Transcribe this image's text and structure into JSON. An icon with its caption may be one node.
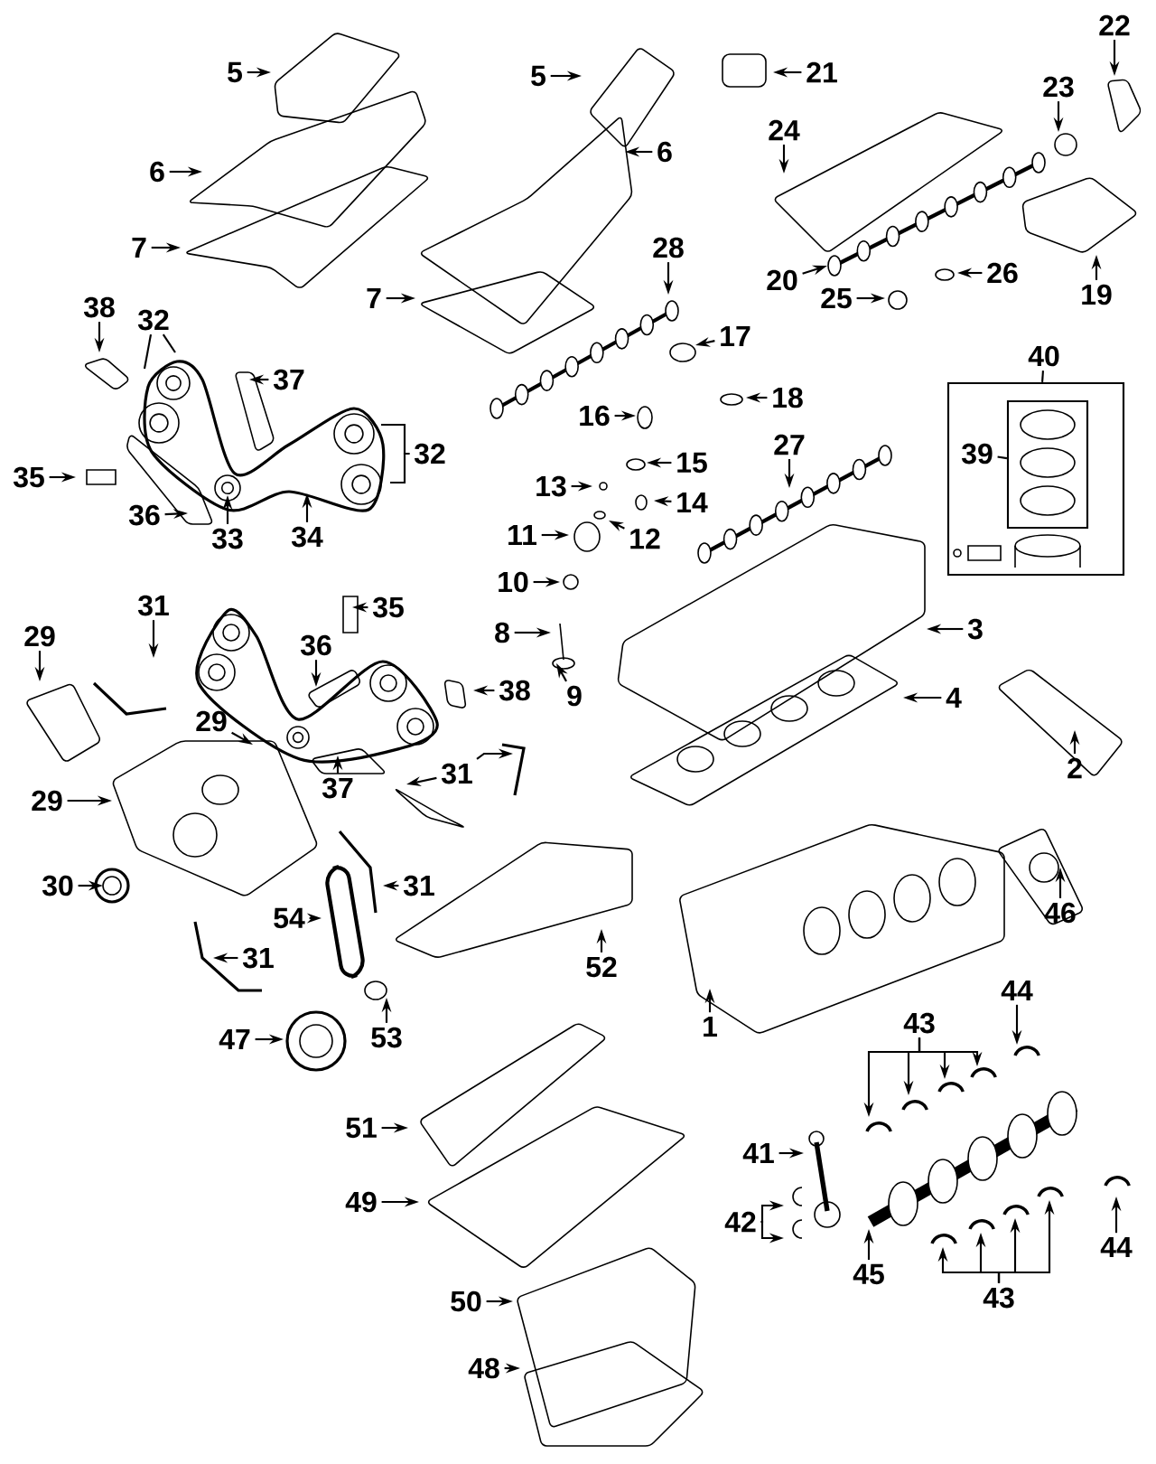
{
  "diagram": {
    "nodes": [
      {
        "text": [
          "5"
        ]
      },
      {
        "text": [
          "5"
        ]
      },
      {
        "text": [
          "6"
        ]
      },
      {
        "text": [
          "6"
        ]
      },
      {
        "text": [
          "7"
        ]
      },
      {
        "text": [
          "7"
        ]
      },
      {
        "text": [
          "21"
        ]
      },
      {
        "text": [
          "22"
        ]
      },
      {
        "text": [
          "23"
        ]
      },
      {
        "text": [
          "24"
        ]
      },
      {
        "text": [
          "28"
        ]
      },
      {
        "text": [
          "20"
        ]
      },
      {
        "text": [
          "26"
        ]
      },
      {
        "text": [
          "25"
        ]
      },
      {
        "text": [
          "19"
        ]
      },
      {
        "text": [
          "17"
        ]
      },
      {
        "text": [
          "18"
        ]
      },
      {
        "text": [
          "38"
        ]
      },
      {
        "text": [
          "32"
        ]
      },
      {
        "text": [
          "37"
        ]
      },
      {
        "text": [
          "32"
        ]
      },
      {
        "text": [
          "35"
        ]
      },
      {
        "text": [
          "36"
        ]
      },
      {
        "text": [
          "33"
        ]
      },
      {
        "text": [
          "34"
        ]
      },
      {
        "text": [
          "16"
        ]
      },
      {
        "text": [
          "15"
        ]
      },
      {
        "text": [
          "27"
        ]
      },
      {
        "text": [
          "13"
        ]
      },
      {
        "text": [
          "14"
        ]
      },
      {
        "text": [
          "11"
        ]
      },
      {
        "text": [
          "12"
        ]
      },
      {
        "text": [
          "40"
        ]
      },
      {
        "text": [
          "39"
        ],
        "in": 69
      },
      {
        "text": [
          "10"
        ]
      },
      {
        "text": [
          "8"
        ]
      },
      {
        "text": [
          "9"
        ]
      },
      {
        "text": [
          "3"
        ]
      },
      {
        "text": [
          "4"
        ]
      },
      {
        "text": [
          "2"
        ]
      },
      {
        "text": [
          "29"
        ]
      },
      {
        "text": [
          "31"
        ]
      },
      {
        "text": [
          "35"
        ]
      },
      {
        "text": [
          "36"
        ]
      },
      {
        "text": [
          "38"
        ]
      },
      {
        "text": [
          "29"
        ]
      },
      {
        "text": [
          "29"
        ]
      },
      {
        "text": [
          "37"
        ]
      },
      {
        "text": [
          "31"
        ]
      },
      {
        "text": [
          "30"
        ]
      },
      {
        "text": [
          "54"
        ]
      },
      {
        "text": [
          "31"
        ]
      },
      {
        "text": [
          "31"
        ]
      },
      {
        "text": [
          "52"
        ]
      },
      {
        "text": [
          "1"
        ]
      },
      {
        "text": [
          "46"
        ]
      },
      {
        "text": [
          "47"
        ]
      },
      {
        "text": [
          "53"
        ]
      },
      {
        "text": [
          "44"
        ]
      },
      {
        "text": [
          "43"
        ]
      },
      {
        "text": [
          "41"
        ]
      },
      {
        "text": [
          "42"
        ]
      },
      {
        "text": [
          "44"
        ]
      },
      {
        "text": [
          "45"
        ]
      },
      {
        "text": [
          "43"
        ]
      },
      {
        "text": [
          "51"
        ]
      },
      {
        "text": [
          "49"
        ]
      },
      {
        "text": [
          "50"
        ]
      },
      {
        "text": [
          "48"
        ]
      },
      {
        "text": [],
        "shape": "box"
      },
      {
        "text": [],
        "shape": "box",
        "in": 69
      }
    ],
    "edges": [
      {
        "from": 0,
        "to": null,
        "arrow": "to"
      },
      {
        "from": 1,
        "to": null,
        "arrow": "to"
      },
      {
        "from": 2,
        "to": null,
        "arrow": "to"
      },
      {
        "from": 3,
        "to": null,
        "arrow": "to"
      },
      {
        "from": 4,
        "to": null,
        "arrow": "to"
      },
      {
        "from": 5,
        "to": null,
        "arrow": "to"
      },
      {
        "from": 6,
        "to": null,
        "arrow": "to"
      },
      {
        "from": 7,
        "to": null,
        "arrow": "to"
      },
      {
        "from": 8,
        "to": null,
        "arrow": "to"
      },
      {
        "from": 9,
        "to": null,
        "arrow": "to"
      },
      {
        "from": 10,
        "to": null,
        "arrow": "to"
      },
      {
        "from": 11,
        "to": null,
        "arrow": "to"
      },
      {
        "from": 12,
        "to": null,
        "arrow": "to"
      },
      {
        "from": 13,
        "to": null,
        "arrow": "to"
      },
      {
        "from": 14,
        "to": null,
        "arrow": "to"
      },
      {
        "from": 15,
        "to": null,
        "arrow": "to"
      },
      {
        "from": 16,
        "to": null,
        "arrow": "to"
      },
      {
        "from": 17,
        "to": null,
        "arrow": "to"
      },
      {
        "from": 18,
        "to": null,
        "arrow": "none"
      },
      {
        "from": 18,
        "to": null,
        "arrow": "none"
      },
      {
        "from": 19,
        "to": null,
        "arrow": "to"
      },
      {
        "from": 20,
        "to": null,
        "arrow": "none"
      },
      {
        "from": 20,
        "to": null,
        "arrow": "none"
      },
      {
        "from": 21,
        "to": null,
        "arrow": "to"
      },
      {
        "from": 22,
        "to": null,
        "arrow": "to"
      },
      {
        "from": 23,
        "to": null,
        "arrow": "to"
      },
      {
        "from": 24,
        "to": null,
        "arrow": "to"
      },
      {
        "from": 25,
        "to": null,
        "arrow": "to"
      },
      {
        "from": 26,
        "to": null,
        "arrow": "to"
      },
      {
        "from": 27,
        "to": null,
        "arrow": "to"
      },
      {
        "from": 28,
        "to": null,
        "arrow": "to"
      },
      {
        "from": 29,
        "to": null,
        "arrow": "to"
      },
      {
        "from": 30,
        "to": null,
        "arrow": "to"
      },
      {
        "from": 31,
        "to": null,
        "arrow": "to"
      },
      {
        "from": 32,
        "to": 69,
        "arrow": "none"
      },
      {
        "from": 33,
        "to": 70,
        "arrow": "none"
      },
      {
        "from": 34,
        "to": null,
        "arrow": "to"
      },
      {
        "from": 35,
        "to": null,
        "arrow": "to"
      },
      {
        "from": 36,
        "to": null,
        "arrow": "to"
      },
      {
        "from": 37,
        "to": null,
        "arrow": "to"
      },
      {
        "from": 38,
        "to": null,
        "arrow": "to"
      },
      {
        "from": 39,
        "to": null,
        "arrow": "to"
      },
      {
        "from": 40,
        "to": null,
        "arrow": "to"
      },
      {
        "from": 41,
        "to": null,
        "arrow": "to"
      },
      {
        "from": 42,
        "to": null,
        "arrow": "to"
      },
      {
        "from": 43,
        "to": null,
        "arrow": "to"
      },
      {
        "from": 44,
        "to": null,
        "arrow": "to"
      },
      {
        "from": 45,
        "to": null,
        "arrow": "to"
      },
      {
        "from": 46,
        "to": null,
        "arrow": "to"
      },
      {
        "from": 47,
        "to": null,
        "arrow": "to"
      },
      {
        "from": 48,
        "to": null,
        "arrow": "to"
      },
      {
        "from": 48,
        "to": null,
        "arrow": "to"
      },
      {
        "from": 49,
        "to": null,
        "arrow": "to"
      },
      {
        "from": 50,
        "to": null,
        "arrow": "to"
      },
      {
        "from": 51,
        "to": null,
        "arrow": "to"
      },
      {
        "from": 52,
        "to": null,
        "arrow": "to"
      },
      {
        "from": 53,
        "to": null,
        "arrow": "to"
      },
      {
        "from": 54,
        "to": null,
        "arrow": "to"
      },
      {
        "from": 55,
        "to": null,
        "arrow": "to"
      },
      {
        "from": 56,
        "to": null,
        "arrow": "to"
      },
      {
        "from": 57,
        "to": null,
        "arrow": "to"
      },
      {
        "from": 58,
        "to": null,
        "arrow": "to"
      },
      {
        "from": 59,
        "to": null,
        "arrow": "to"
      },
      {
        "from": 59,
        "to": null,
        "arrow": "to"
      },
      {
        "from": 59,
        "to": null,
        "arrow": "to"
      },
      {
        "from": 59,
        "to": null,
        "arrow": "to"
      },
      {
        "from": 60,
        "to": null,
        "arrow": "to"
      },
      {
        "from": 61,
        "to": null,
        "arrow": "to"
      },
      {
        "from": 61,
        "to": null,
        "arrow": "to"
      },
      {
        "from": 62,
        "to": null,
        "arrow": "to"
      },
      {
        "from": 63,
        "to": null,
        "arrow": "to"
      },
      {
        "from": 64,
        "to": null,
        "arrow": "to"
      },
      {
        "from": 64,
        "to": null,
        "arrow": "to"
      },
      {
        "from": 64,
        "to": null,
        "arrow": "to"
      },
      {
        "from": 64,
        "to": null,
        "arrow": "to"
      },
      {
        "from": 65,
        "to": null,
        "arrow": "to"
      },
      {
        "from": 66,
        "to": null,
        "arrow": "to"
      },
      {
        "from": 67,
        "to": null,
        "arrow": "to"
      },
      {
        "from": 68,
        "to": null,
        "arrow": "to"
      }
    ]
  }
}
